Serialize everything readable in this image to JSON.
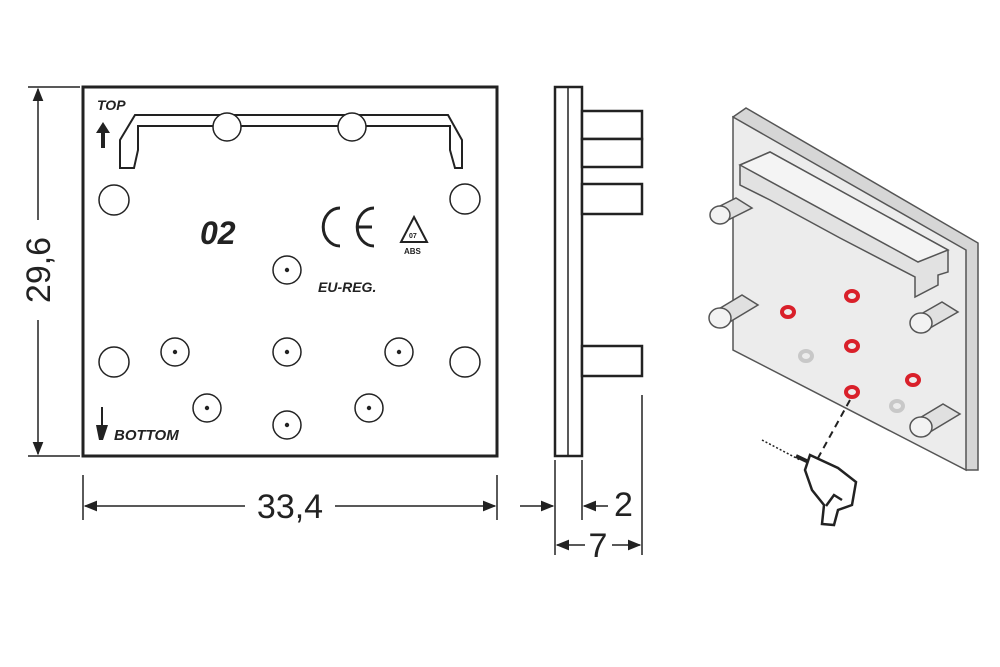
{
  "front_view": {
    "label_top": "TOP",
    "label_bottom": "BOTTOM",
    "part_number": "02",
    "ce_mark": "CE",
    "eu_reg": "EU-REG.",
    "recycle_code": "07",
    "recycle_material": "ABS"
  },
  "dimensions": {
    "height": "29,6",
    "width": "33,4",
    "thickness": "2",
    "depth": "7"
  },
  "isometric_view": {
    "tool": "drill-icon",
    "drill_points_color": "#d9202a",
    "inactive_points_color": "#c8c8c8"
  }
}
